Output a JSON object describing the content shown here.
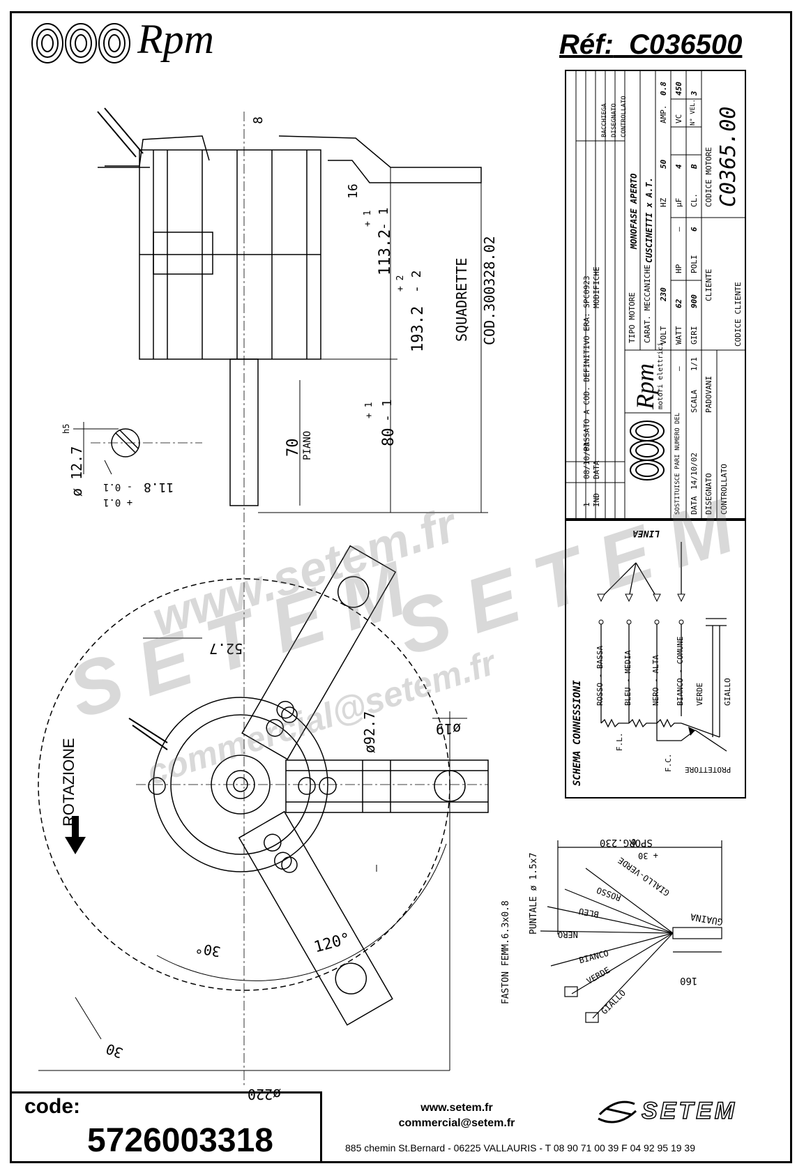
{
  "header": {
    "brand": "Rpm",
    "ref_label": "Réf:",
    "ref_value": "C036500"
  },
  "title_block": {
    "revisions": [
      {
        "idx": "1",
        "data": "08/10/03",
        "text": "PASSATO A COD. DEFINITIVO ERA: SPC0923"
      },
      {
        "idx": "IND",
        "data": "DATA",
        "text": "MODIFICHE"
      }
    ],
    "rev_sign_headers": [
      "BACCHIEGA",
      "DISEGNATO",
      "CONTROLLATO"
    ],
    "tipo_motore_label": "TIPO MOTORE",
    "tipo_motore": "MONOFASE APERTO",
    "carat_label": "CARAT. MECCANICHE",
    "carat": "CUSCINETTI x A.T.",
    "specs": [
      {
        "label": "VOLT",
        "value": "230"
      },
      {
        "label": "HZ",
        "value": "50"
      },
      {
        "label": "AMP.",
        "value": "0.8"
      },
      {
        "label": "WATT",
        "value": "62"
      },
      {
        "label": "HP",
        "value": "–"
      },
      {
        "label": "µF",
        "value": "4"
      },
      {
        "label": "VC",
        "value": "450"
      },
      {
        "label": "GIRI",
        "value": "900"
      },
      {
        "label": "POLI",
        "value": "6"
      },
      {
        "label": "CL.",
        "value": "B"
      },
      {
        "label": "N° VEL.",
        "value": "3"
      }
    ],
    "cliente_label": "CLIENTE",
    "codice_cliente_label": "CODICE CLIENTE",
    "codice_motore_label": "CODICE MOTORE",
    "codice_motore": "C0365.00",
    "company": "Rpm",
    "company_sub": "motori elettrici",
    "sostituisce_label": "SOSTITUISCE PARI NUMERO DEL",
    "sostituisce_value": "–",
    "data_label": "DATA",
    "data_value": "14/10/02",
    "scala_label": "SCALA",
    "scala_value": "1/1",
    "disegnato_label": "DISEGNATO",
    "disegnato_value": "PADOVANI",
    "controllato_label": "CONTROLLATO"
  },
  "schema": {
    "title": "SCHEMA CONNESSIONI",
    "linea": "LINEA",
    "wires": [
      "ROSSO - BASSA",
      "BLEU - MEDIA",
      "NERO - ALTA",
      "BIANCO - COMUNE",
      "VERDE",
      "GIALLO"
    ],
    "fl": "F.L.",
    "fc": "F.C.",
    "protettore": "PROTETTORE"
  },
  "dimensions": {
    "d8": "8",
    "d16": "16",
    "d1132": "113.2",
    "tol_1132": [
      "+ 1",
      "- 1"
    ],
    "d1932": "193.2",
    "tol_1932": [
      "+ 2",
      "- 2"
    ],
    "d80": "80",
    "tol_80": [
      "+ 1",
      "- 1"
    ],
    "d70": "70",
    "piano": "PIANO",
    "squadrette": "SQUADRETTE",
    "squadrette_cod": "COD.300328.02",
    "shaft_dia": "ø 12.7",
    "shaft_fit": "h5",
    "flat": "11.8",
    "flat_tol": [
      "- 0.1",
      "+ 0.1"
    ],
    "d527": "52.7",
    "d927": "ø92.7",
    "d19": "ø19",
    "angle_120": "120°",
    "angle_30": "30°",
    "d30": "30",
    "d220": "ø220",
    "rotazione": "ROTAZIONE"
  },
  "cable": {
    "sporg": "SPORG.230",
    "sporg_tol": [
      "+ 30",
      "0"
    ],
    "guaina": "GUAINA",
    "d160": "160",
    "wires": [
      "GIALLO-VERDE",
      "ROSSO",
      "BLEU",
      "NERO",
      "BIANCO",
      "VERDE",
      "GIALLO"
    ],
    "puntale": "PUNTALE ø 1.5x7",
    "faston": "FASTON FEMM.6.3x0.8"
  },
  "footer": {
    "code_label": "code:",
    "code_value": "5726003318",
    "website": "www.setem.fr",
    "email": "commercial@setem.fr",
    "address": "885 chemin St.Bernard  -  06225 VALLAURIS  -  T 08 90 71 00 39   F 04 92 95 19 39",
    "setem_logo": "SETEM"
  },
  "watermark": {
    "url": "www.setem.fr",
    "name": "SETEM",
    "email": "commercial@setem.fr"
  }
}
